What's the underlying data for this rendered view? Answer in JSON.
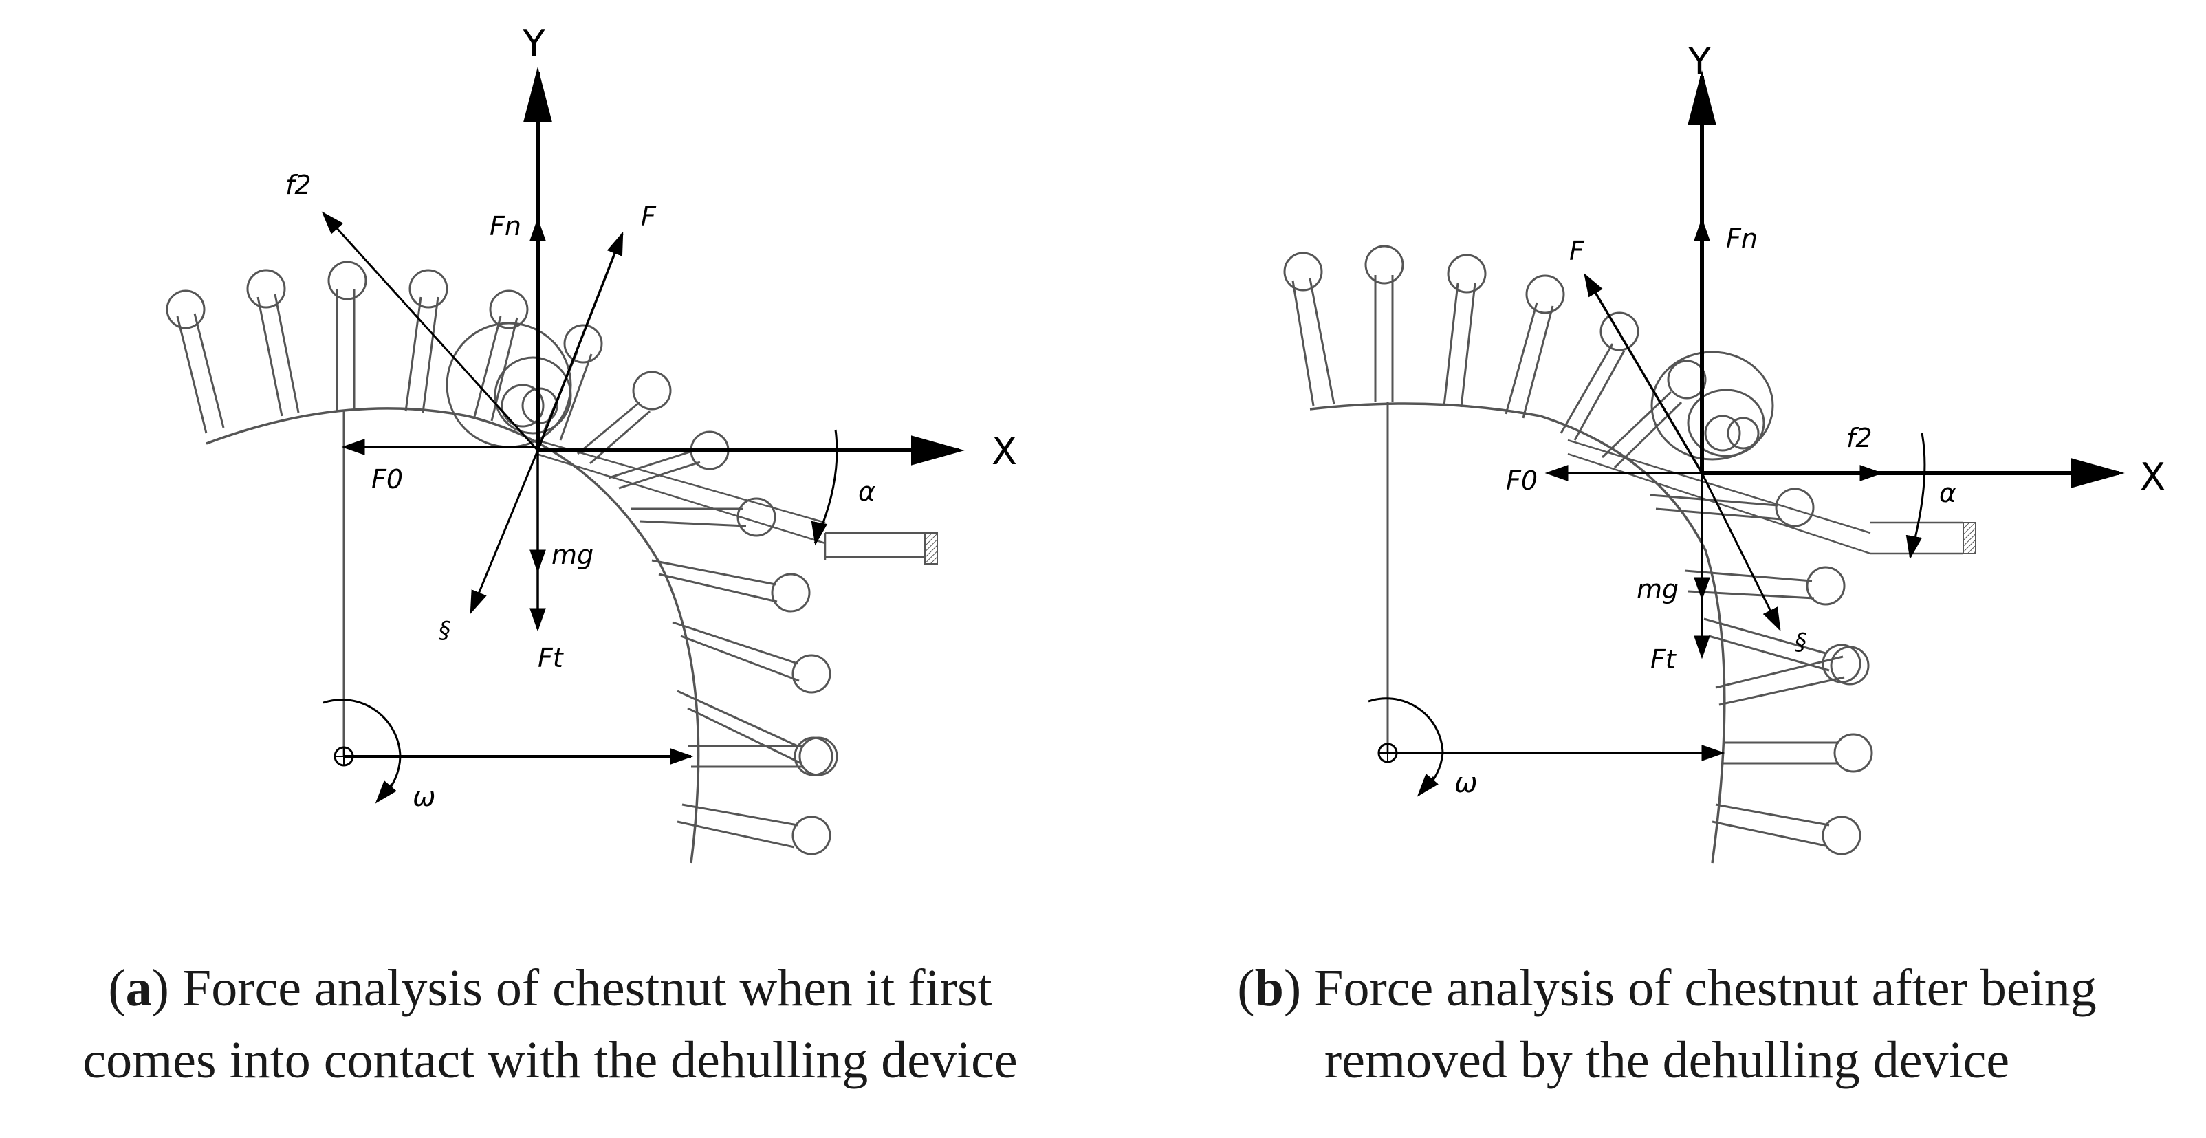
{
  "panel_a": {
    "axis_x": "X",
    "axis_y": "Y",
    "labels": {
      "Fn": "Fn",
      "F": "F",
      "f2": "f2",
      "F0": "F0",
      "mg": "mg",
      "Ft": "Ft",
      "xi": "§",
      "alpha": "α",
      "omega": "ω"
    },
    "caption_letter": "a",
    "caption_line1": ") Force analysis of chestnut when it first",
    "caption_line2": "comes into contact with the dehulling device"
  },
  "panel_b": {
    "axis_x": "X",
    "axis_y": "Y",
    "labels": {
      "Fn": "Fn",
      "F": "F",
      "f2": "f2",
      "F0": "F0",
      "mg": "mg",
      "Ft": "Ft",
      "xi": "§",
      "alpha": "α",
      "omega": "ω"
    },
    "caption_letter": "b",
    "caption_line1": ") Force analysis of chestnut after being",
    "caption_line2": "removed by the dehulling device"
  }
}
